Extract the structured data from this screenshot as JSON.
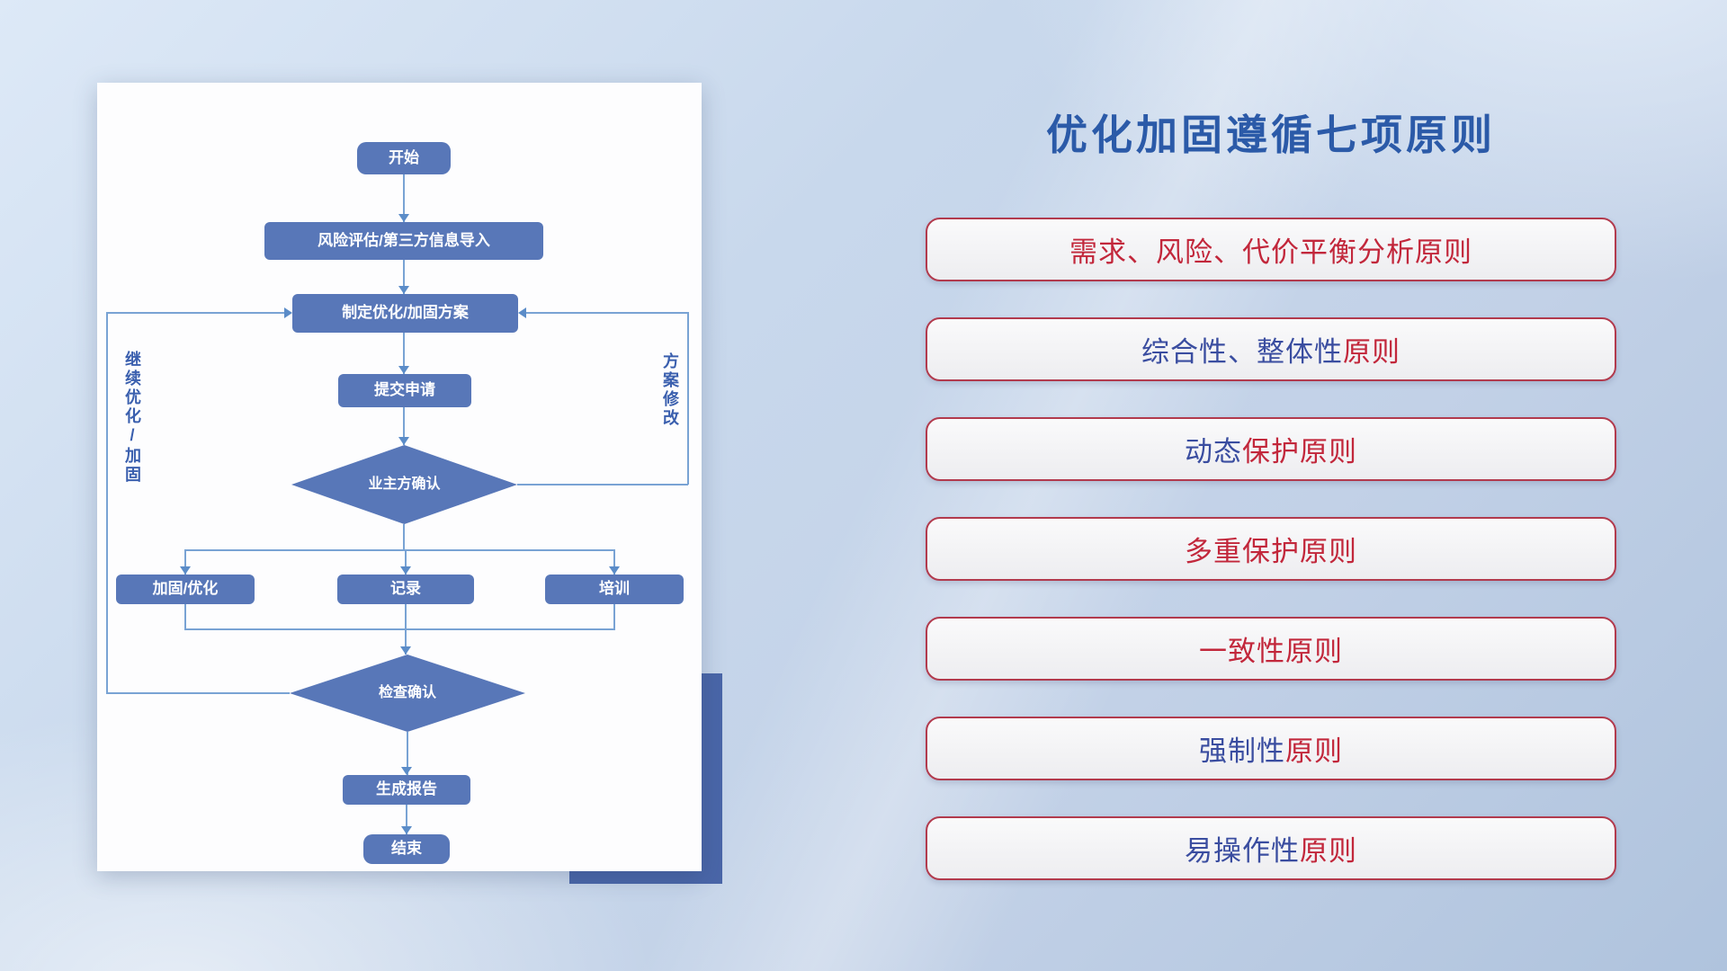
{
  "title": "优化加固遵循七项原则",
  "flowchart": {
    "nodes": {
      "start": "开始",
      "risk": "风险评估/第三方信息导入",
      "plan": "制定优化/加固方案",
      "submit": "提交申请",
      "owner_confirm": "业主方确认",
      "harden": "加固/优化",
      "record": "记录",
      "training": "培训",
      "check_confirm": "检查确认",
      "report": "生成报告",
      "end": "结束"
    },
    "loop_labels": {
      "left": "继续优化/加固",
      "right": "方案修改"
    }
  },
  "principles": [
    {
      "part_blue": "",
      "part_red": "需求、风险、代价平衡分析原则"
    },
    {
      "part_blue": "综合性、整体性",
      "part_red": "原则"
    },
    {
      "part_blue": "动态",
      "part_red": "保护原则"
    },
    {
      "part_blue": "",
      "part_red": "多重保护原则"
    },
    {
      "part_blue": "",
      "part_red": "一致性原则"
    },
    {
      "part_blue": "强制性",
      "part_red": "原则"
    },
    {
      "part_blue": "易操作性",
      "part_red": "原则"
    }
  ],
  "colors": {
    "title": "#2b5aa8",
    "node_fill": "#5877b8",
    "connector": "#79a3d4",
    "arrow": "#5b8cc8",
    "loop_label": "#3a5fae",
    "pill_border": "#b23a4d",
    "text_blue": "#3a4da0",
    "text_red": "#c2273b",
    "card_accent": "#4a66a8"
  }
}
